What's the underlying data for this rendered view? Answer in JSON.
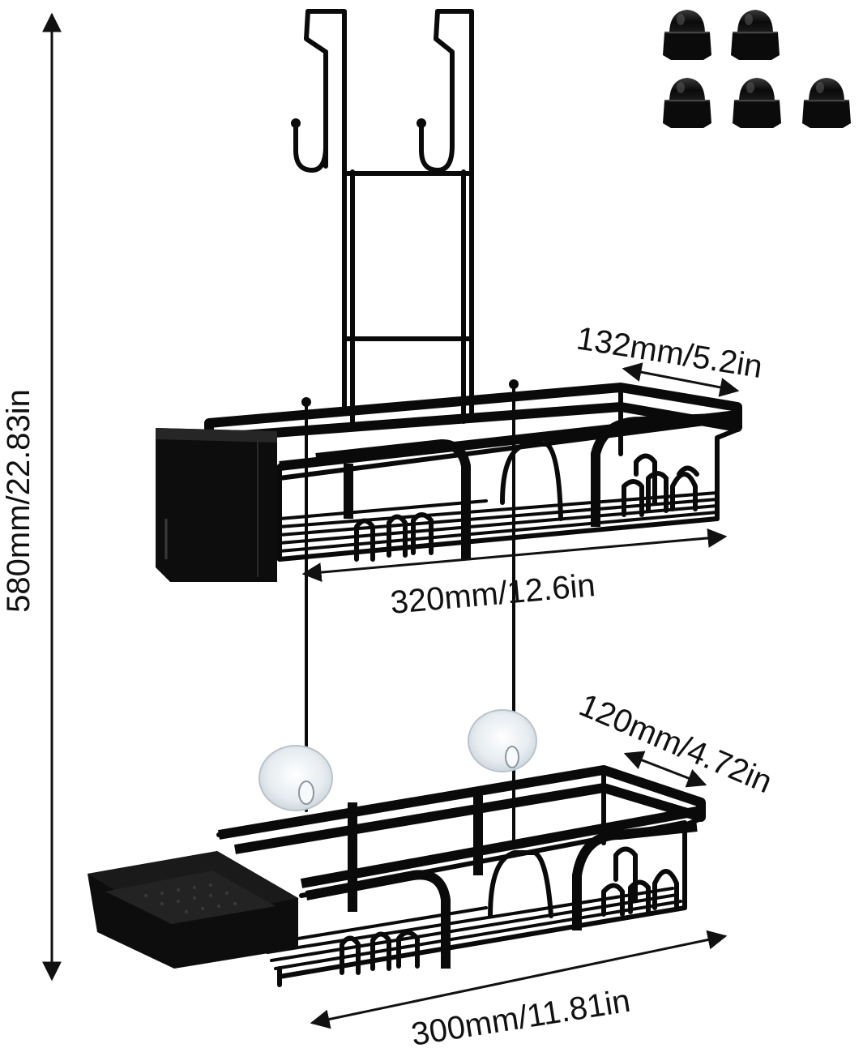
{
  "dimensions": {
    "total_height": "580mm/22.83in",
    "top_depth": "132mm/5.2in",
    "top_width": "320mm/12.6in",
    "bottom_depth": "120mm/4.72in",
    "bottom_width": "300mm/11.81in"
  },
  "accessories": {
    "end_cap_count": 5
  },
  "colors": {
    "metal": "#0a0a0a",
    "suction_cup": "#e9eef2",
    "background": "#ffffff"
  }
}
